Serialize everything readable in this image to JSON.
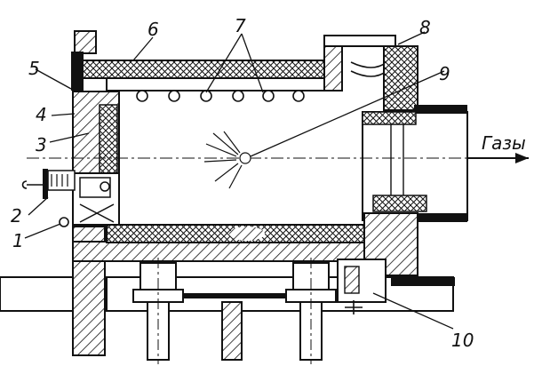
{
  "labels": {
    "n1": "1",
    "n2": "2",
    "n3": "3",
    "n4": "4",
    "n5": "5",
    "n6": "6",
    "n7": "7",
    "n8": "8",
    "n9": "9",
    "n10": "10"
  },
  "gas_label": "Газы",
  "colors": {
    "ink": "#111111",
    "background": "#ffffff"
  }
}
